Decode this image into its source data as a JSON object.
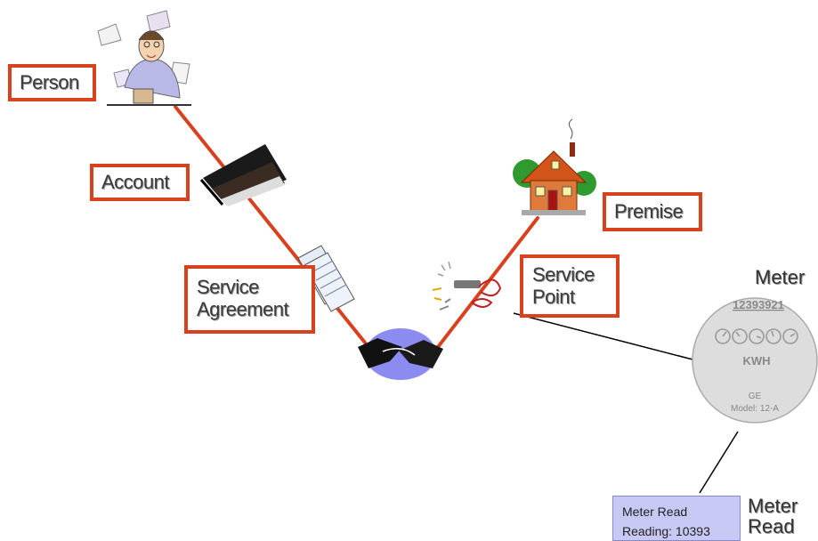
{
  "labels": {
    "person": "Person",
    "account": "Account",
    "service_agreement_line1": "Service",
    "service_agreement_line2": "Agreement",
    "premise": "Premise",
    "service_point_line1": "Service",
    "service_point_line2": "Point"
  },
  "meter": {
    "title": "Meter",
    "number": "12393921",
    "unit": "KWH",
    "brand": "GE",
    "model": "Model: 12-A"
  },
  "meter_read": {
    "title_line1": "Meter",
    "title_line2": "Read",
    "label": "Meter Read",
    "reading": "Reading: 10393"
  },
  "colors": {
    "connector": "#d9411e",
    "label_border": "#d9411e",
    "meter_fill": "#dddddd",
    "read_box_fill": "#c8c8f4",
    "handshake": "#8c8cf0"
  },
  "icons": [
    "person-clipart-icon",
    "account-book-icon",
    "agreement-papers-icon",
    "handshake-icon",
    "house-icon",
    "service-point-tools-icon"
  ]
}
